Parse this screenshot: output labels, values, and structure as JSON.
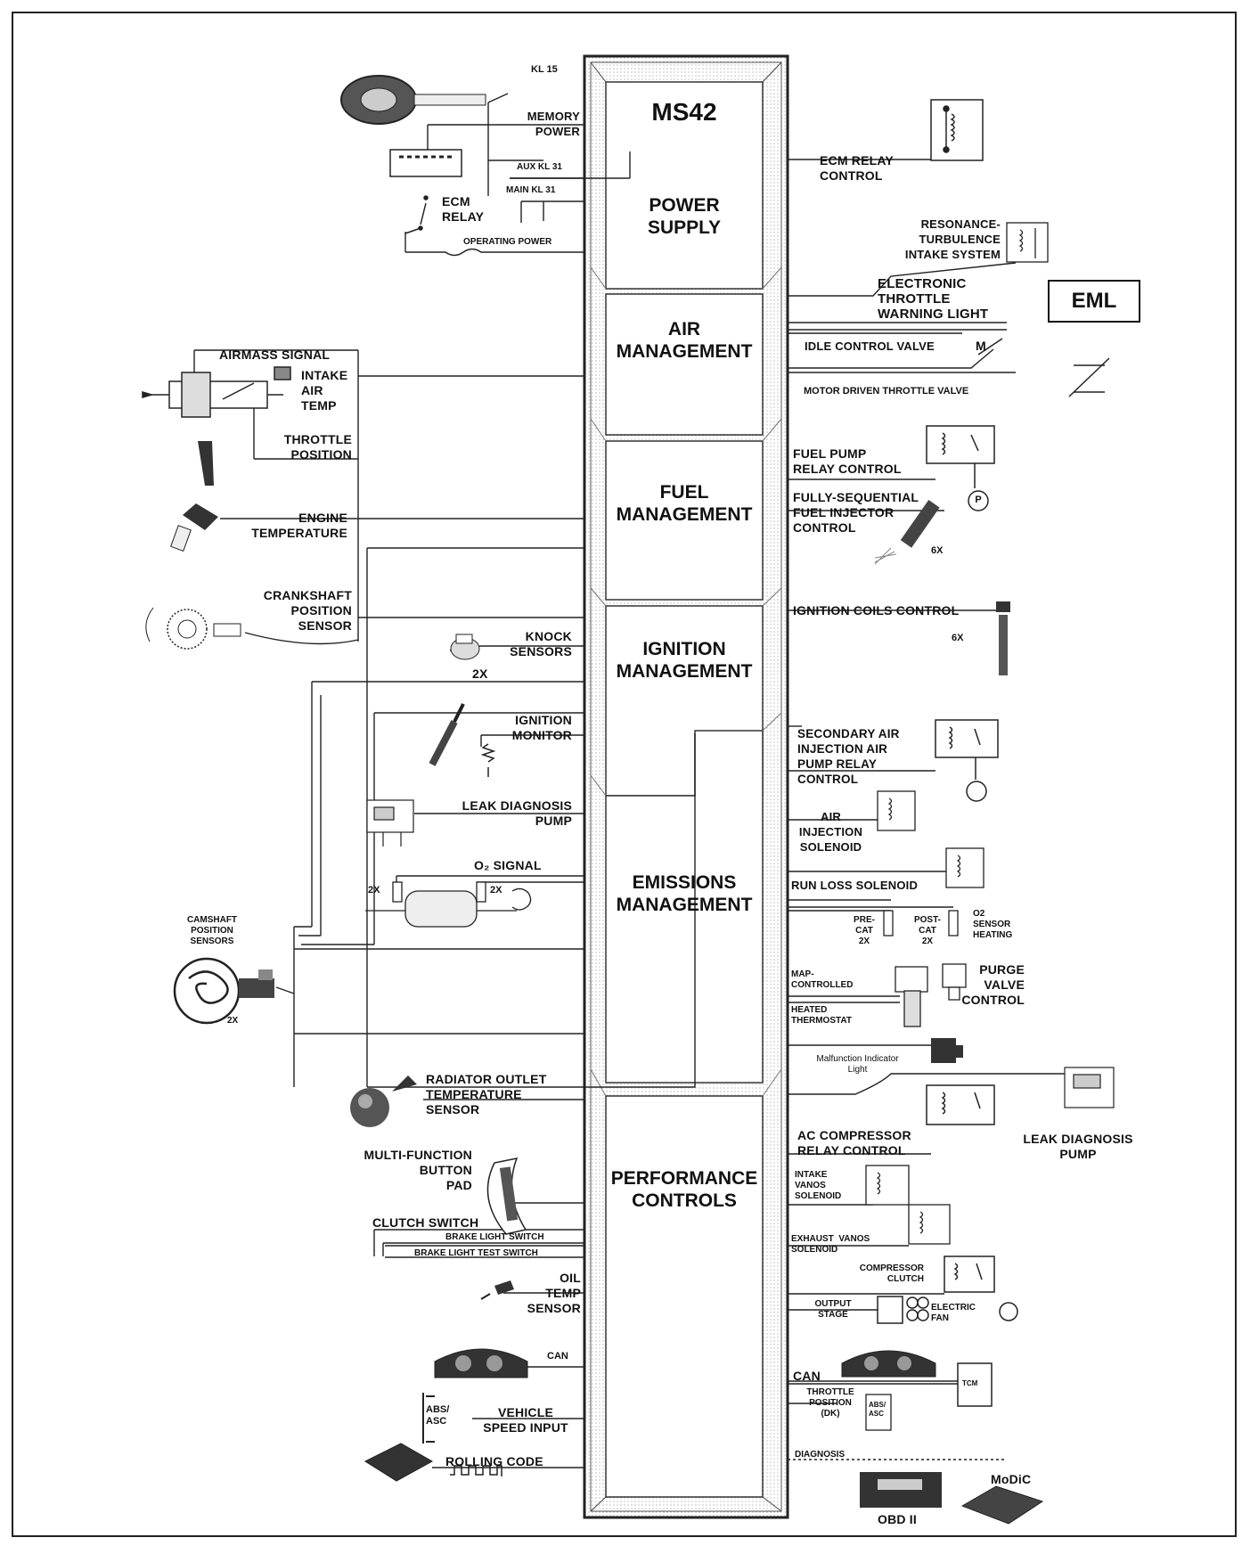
{
  "ecm": {
    "title": "MS42",
    "blocks": [
      "POWER\nSUPPLY",
      "AIR\nMANAGEMENT",
      "FUEL\nMANAGEMENT",
      "IGNITION\nMANAGEMENT",
      "EMISSIONS\nMANAGEMENT",
      "PERFORMANCE\nCONTROLS"
    ]
  },
  "left_inputs": {
    "kl15": "KL 15",
    "memory_power": "MEMORY\nPOWER",
    "aux_kl31": "AUX KL 31",
    "main_kl31": "MAIN KL 31",
    "ecm_relay": "ECM\nRELAY",
    "operating_power": "OPERATING POWER",
    "airmass_signal": "AIRMASS SIGNAL",
    "intake_air_temp": "INTAKE\nAIR\nTEMP",
    "throttle_position": "THROTTLE\nPOSITION",
    "engine_temperature": "ENGINE\nTEMPERATURE",
    "crankshaft_sensor": "CRANKSHAFT\nPOSITION\nSENSOR",
    "knock_sensors": "KNOCK\nSENSORS",
    "knock_count": "2X",
    "ignition_monitor": "IGNITION\nMONITOR",
    "leak_diagnosis_pump": "LEAK DIAGNOSIS\nPUMP",
    "o2_signal": "O₂ SIGNAL",
    "o2_count_a": "2X",
    "o2_count_b": "2X",
    "camshaft_sensors": "CAMSHAFT\nPOSITION\nSENSORS",
    "camshaft_count": "2X",
    "radiator_outlet": "RADIATOR OUTLET\nTEMPERATURE\nSENSOR",
    "multi_function": "MULTI-FUNCTION\nBUTTON\nPAD",
    "clutch_switch": "CLUTCH SWITCH",
    "brake_light_switch": "BRAKE LIGHT SWITCH",
    "brake_light_test": "BRAKE LIGHT  TEST SWITCH",
    "oil_temp": "OIL\nTEMP\nSENSOR",
    "can": "CAN",
    "abs_asc": "ABS/\nASC",
    "vehicle_speed": "VEHICLE\nSPEED INPUT",
    "rolling_code": "ROLLING CODE"
  },
  "right_outputs": {
    "ecm_relay_control": "ECM RELAY\nCONTROL",
    "resonance": "RESONANCE-\nTURBULENCE\nINTAKE SYSTEM",
    "electronic_throttle": "ELECTRONIC\nTHROTTLE\nWARNING LIGHT",
    "eml": "EML",
    "idle_control_valve": "IDLE CONTROL VALVE",
    "motor_m": "M",
    "motor_driven_throttle": "MOTOR DRIVEN THROTTLE VALVE",
    "fuel_pump_relay": "FUEL PUMP\nRELAY CONTROL",
    "fuel_injector": "FULLY-SEQUENTIAL\nFUEL INJECTOR\nCONTROL",
    "injector_count": "6X",
    "pump_p": "P",
    "ignition_coils": "IGNITION COILS CONTROL",
    "coil_count": "6X",
    "secondary_air": "SECONDARY AIR\nINJECTION AIR\nPUMP RELAY\nCONTROL",
    "air_injection_solenoid": "AIR\nINJECTION\nSOLENOID",
    "run_loss_solenoid": "RUN LOSS SOLENOID",
    "pre_cat": "PRE-\nCAT\n2X",
    "post_cat": "POST-\nCAT\n2X",
    "o2_heating": "O2\nSENSOR\nHEATING",
    "map_controlled": "MAP-\nCONTROLLED",
    "heated_thermostat": "HEATED\nTHERMOSTAT",
    "purge_valve": "PURGE\nVALVE\nCONTROL",
    "malfunction_light": "Malfunction Indicator\nLight",
    "leak_diagnosis_pump": "LEAK DIAGNOSIS\nPUMP",
    "ac_compressor": "AC COMPRESSOR\nRELAY CONTROL",
    "intake_vanos": "INTAKE\nVANOS\nSOLENOID",
    "exhaust_vanos": "EXHAUST  VANOS\nSOLENOID",
    "compressor_clutch": "COMPRESSOR\nCLUTCH",
    "output_stage": "OUTPUT\nSTAGE",
    "electric_fan": "ELECTRIC\nFAN",
    "can": "CAN",
    "tcm": "TCM",
    "throttle_position_dk": "THROTTLE\nPOSITION\n(DK)",
    "abs_asc": "ABS/\nASC",
    "diagnosis": "DIAGNOSIS",
    "obd_ii": "OBD II",
    "modic": "MoDiC"
  }
}
